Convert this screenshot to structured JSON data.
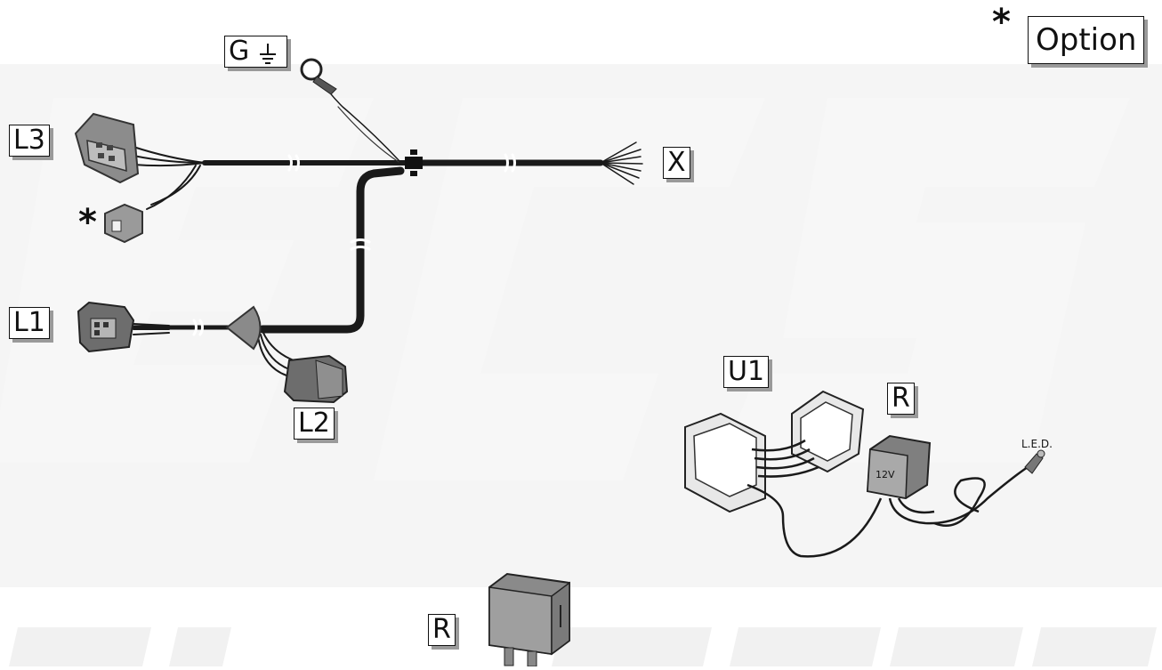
{
  "labels": {
    "g": "G",
    "l3": "L3",
    "l1": "L1",
    "l2": "L2",
    "x": "X",
    "u1": "U1",
    "r_top": "R",
    "r_bottom": "R",
    "option": "Option",
    "option_star": "*",
    "connector_star": "*",
    "led": "L.E.D.",
    "relay_voltage": "12V"
  },
  "watermark": {
    "top_text": "ECS",
    "bottom_text": "ELECTRONICS",
    "color": "#e9e9e9"
  },
  "colors": {
    "wire": "#1a1a1a",
    "connector": "#6d6d6d",
    "connector_light": "#9a9a9a",
    "relay": "#8a8a8a"
  }
}
